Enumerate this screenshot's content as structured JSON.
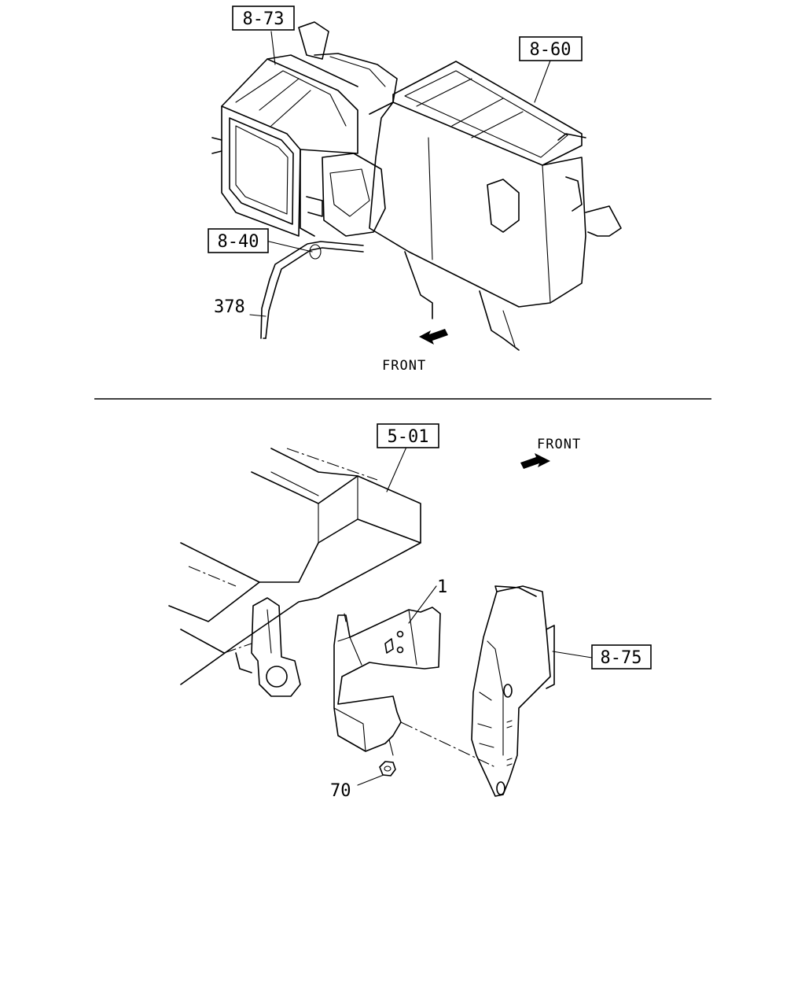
{
  "top_view": {
    "callouts": {
      "heater_unit": "8-73",
      "blower_unit": "8-60",
      "drain_hose_ref": "8-40",
      "hose_part": "378"
    },
    "direction_label": "FRONT"
  },
  "bottom_view": {
    "callouts": {
      "frame_ref": "5-01",
      "bracket_part": "1",
      "control_unit_ref": "8-75",
      "nut_part": "70"
    },
    "direction_label": "FRONT"
  }
}
